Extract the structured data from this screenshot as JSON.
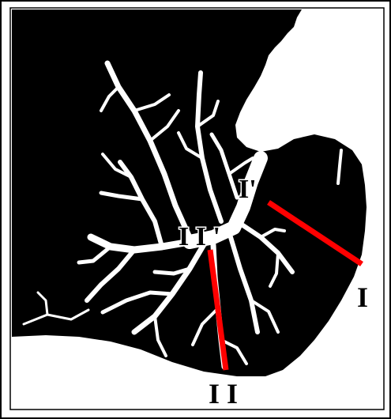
{
  "figure": {
    "colors": {
      "background": "#000000",
      "fingers": "#ffffff",
      "section_line": "#ff0000",
      "frame": "#000000"
    },
    "labels": {
      "section_1_end": "I",
      "section_1_start": "I'",
      "section_2_end": "I I",
      "section_2_start": "I I '"
    }
  }
}
